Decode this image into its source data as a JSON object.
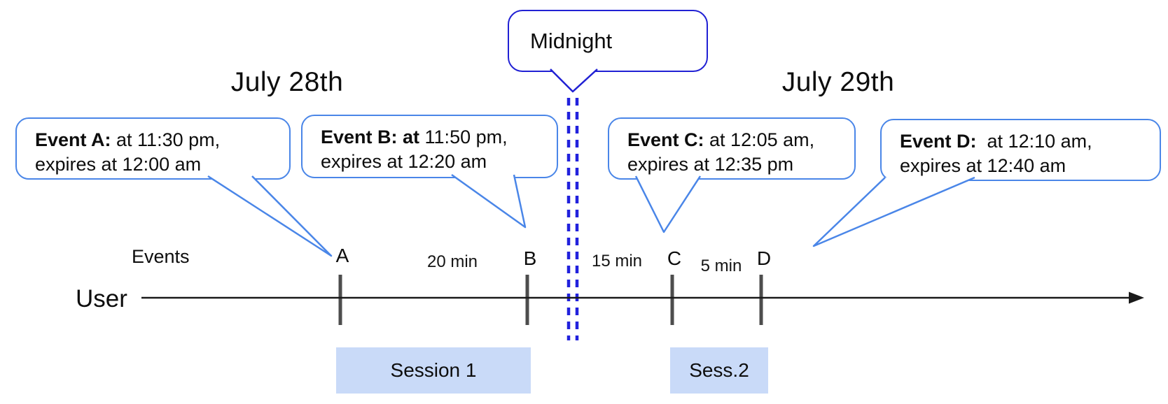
{
  "title_dates": {
    "left": "July 28th",
    "right": "July 29th"
  },
  "midnight_callout": {
    "label": "Midnight"
  },
  "event_callouts": [
    {
      "bold": "Event A:",
      "rest": " at 11:30 pm,",
      "line2": "expires at 12:00 am"
    },
    {
      "bold": "Event B: at",
      "rest": " 11:50 pm,",
      "line2": "expires at 12:20 am"
    },
    {
      "bold": "Event C:",
      "rest": " at 12:05 am,",
      "line2": "expires at 12:35 pm"
    },
    {
      "bold": "Event D:",
      "rest": "  at 12:10 am,",
      "line2": "expires at 12:40 am"
    }
  ],
  "timeline": {
    "row_label": "User",
    "events_label": "Events",
    "tick_labels": [
      "A",
      "B",
      "C",
      "D"
    ],
    "interval_labels": [
      "20 min",
      "15 min",
      "5 min"
    ]
  },
  "sessions": [
    {
      "label": "Session 1"
    },
    {
      "label": "Sess.2"
    }
  ],
  "colors": {
    "event_callout_border": "#4a86e8",
    "midnight_blue": "#2121d4",
    "session_fill": "#c9daf8",
    "tick_gray": "#4d4d4d",
    "axis_black": "#1a1a1a"
  }
}
